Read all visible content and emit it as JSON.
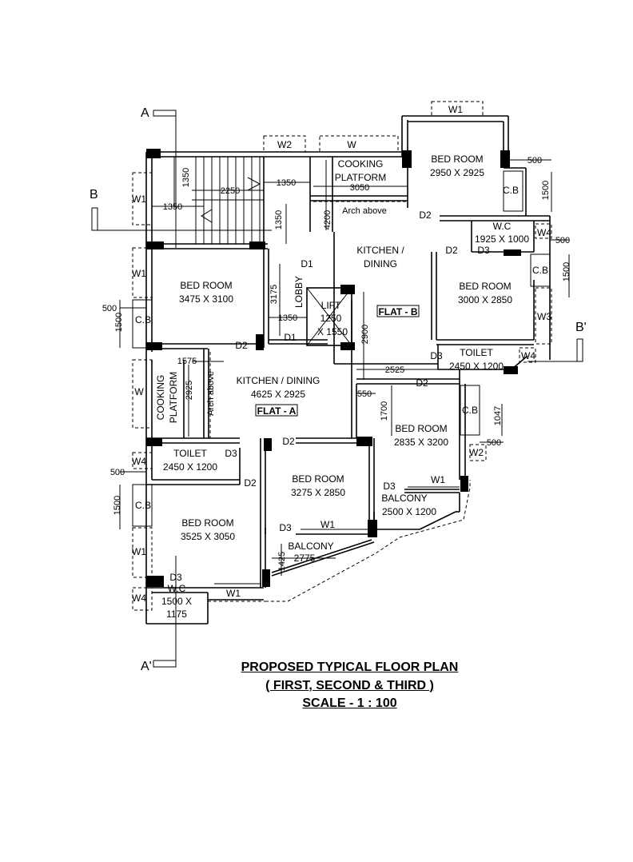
{
  "sections": {
    "a": "A",
    "a_prime": "A'",
    "b": "B",
    "b_prime": "B'"
  },
  "rooms": {
    "bed_tl_name": "BED ROOM",
    "bed_tl_size": "3475 X 3100",
    "bed_bl_name": "BED ROOM",
    "bed_bl_size": "3525 X 3050",
    "bed_bm_name": "BED ROOM",
    "bed_bm_size": "3275 X 2850",
    "bed_br_name": "BED ROOM",
    "bed_br_size": "2835 X 3200",
    "bed_tr_name": "BED ROOM",
    "bed_tr_size": "2950 X 2925",
    "bed_rm_name": "BED ROOM",
    "bed_rm_size": "3000 X 2850",
    "kitchen_a_name": "KITCHEN / DINING",
    "kitchen_a_size": "4625 X 2925",
    "kitchen_b_line1": "KITCHEN /",
    "kitchen_b_line2": "DINING",
    "toilet_a_name": "TOILET",
    "toilet_a_size": "2450 X 1200",
    "toilet_b_name": "TOILET",
    "toilet_b_size": "2450 X 1200",
    "wc_a_name": "W.C",
    "wc_a_size1": "1500 X",
    "wc_a_size2": "1175",
    "wc_b_name": "W.C",
    "wc_b_size": "1925 X 1000",
    "balcony_1_name": "BALCONY",
    "balcony_1_size": "2775",
    "balcony_2_name": "BALCONY",
    "balcony_2_size": "2500 X 1200",
    "lobby": "LOBBY",
    "lift_name": "LIFT",
    "lift_size1": "1250",
    "lift_size2": "X 1550",
    "cooking_a_line1": "COOKING",
    "cooking_a_line2": "PLATFORM",
    "cooking_b_line1": "COOKING",
    "cooking_b_line2": "PLATFORM",
    "arch_a": "Arch above",
    "arch_b": "Arch above",
    "flat_a": "FLAT - A",
    "flat_b": "FLAT - B"
  },
  "openings": {
    "w": "W",
    "w1": "W1",
    "w2": "W2",
    "w3": "W3",
    "w4": "W4",
    "d1": "D1",
    "d2": "D2",
    "d3": "D3",
    "cb": "C.B"
  },
  "dims": {
    "d500": "500",
    "d550": "550",
    "d1047": "1047",
    "d1350": "1350",
    "d1425": "1425",
    "d1500": "1500",
    "d1575": "1575",
    "d1700": "1700",
    "d2250": "2250",
    "d2525": "2525",
    "d2900": "2900",
    "d2925": "2925",
    "d3050": "3050",
    "d3175": "3175",
    "d4200": "4200"
  },
  "title": {
    "line1": "PROPOSED TYPICAL FLOOR PLAN",
    "line2": "( FIRST, SECOND & THIRD )",
    "line3": "SCALE - 1 : 100"
  }
}
